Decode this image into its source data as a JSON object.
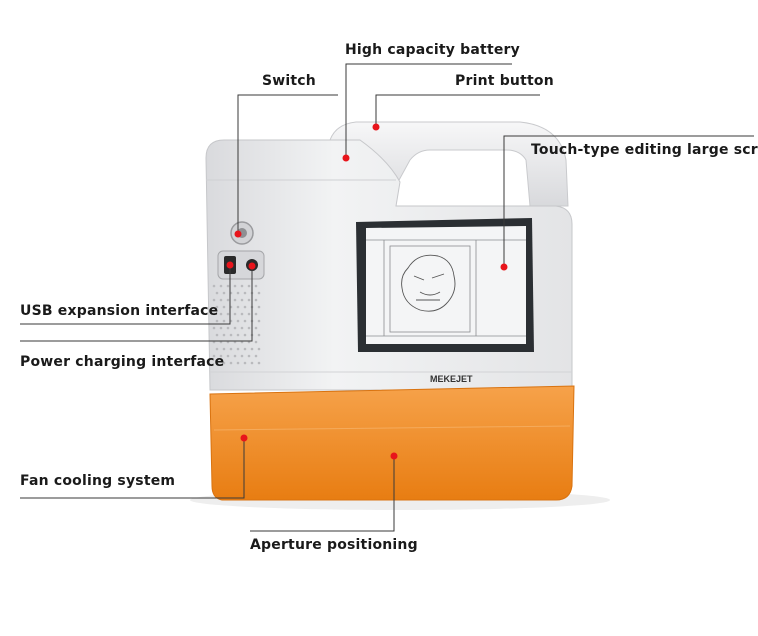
{
  "callouts": {
    "battery": "High capacity battery",
    "switch": "Switch",
    "print_button": "Print button",
    "screen": "Touch-type editing large screen",
    "usb": "USB expansion interface",
    "power": "Power charging interface",
    "fan": "Fan cooling system",
    "aperture": "Aperture positioning"
  },
  "device": {
    "brand": "MEKEJET"
  },
  "colors": {
    "body_white": "#e9eaec",
    "base_orange": "#f08a1c",
    "marker_red": "#e8141b",
    "line_dark": "#3a3a3a",
    "screen_bezel": "#2b2f33"
  }
}
